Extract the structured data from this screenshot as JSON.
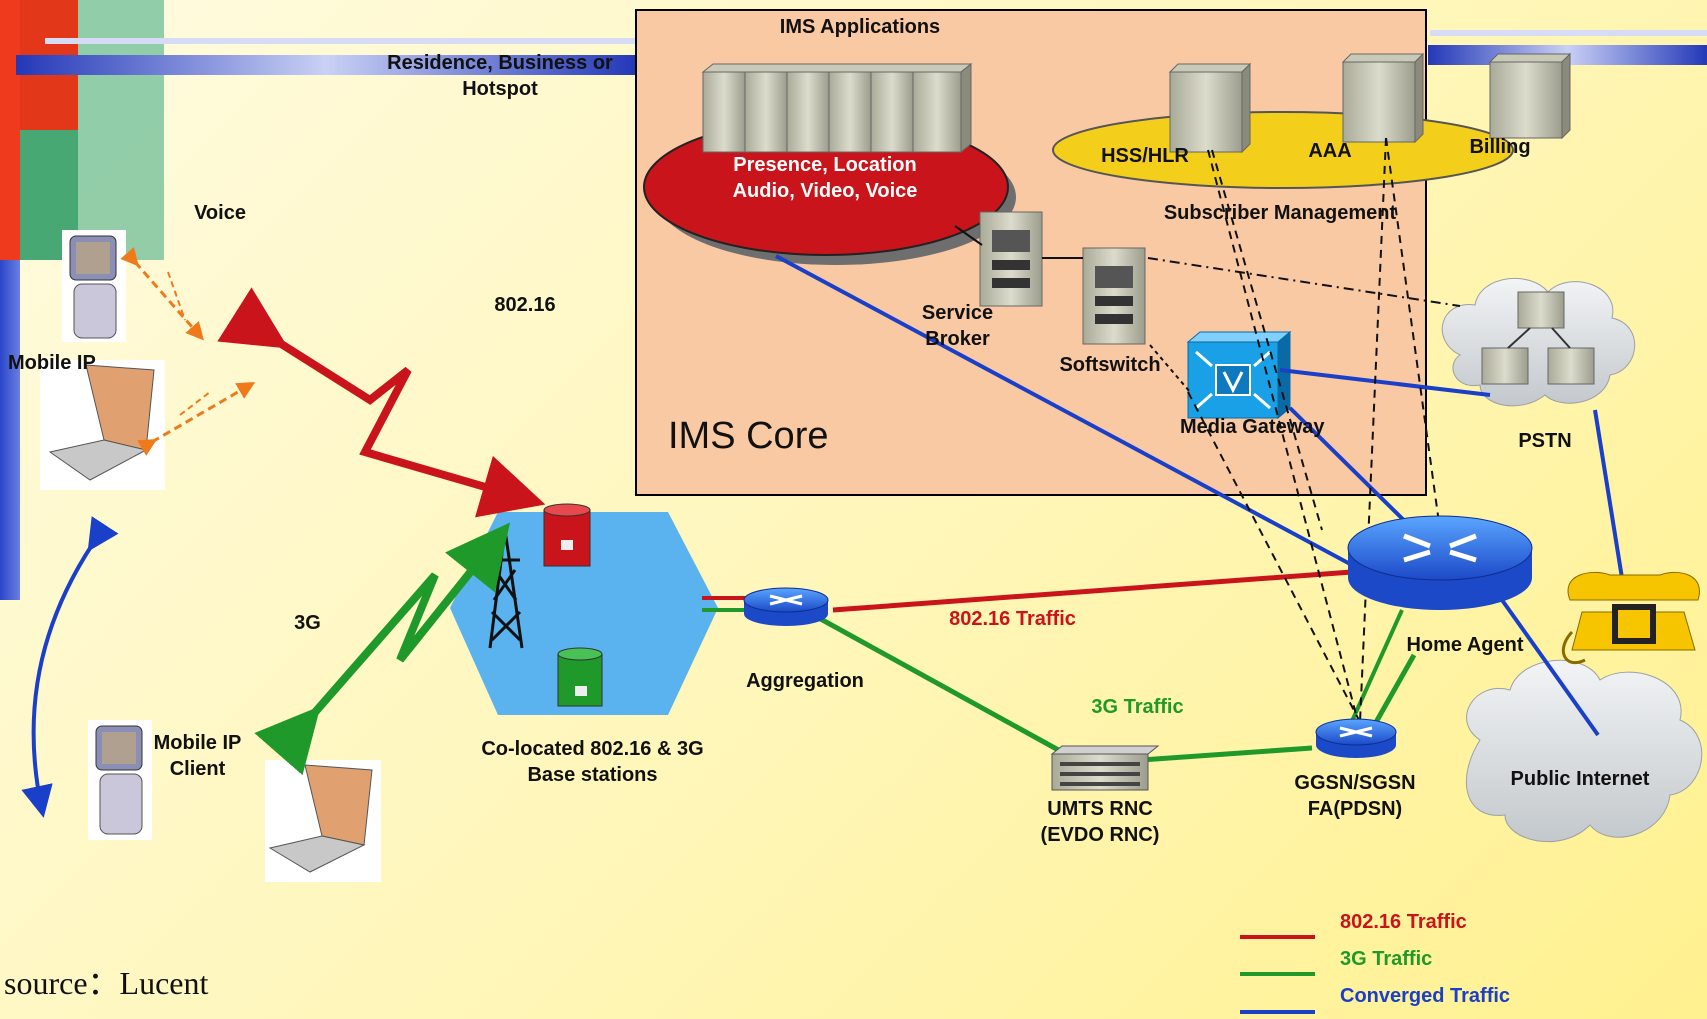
{
  "header": {
    "site_label": "Residence, Business or\nHotspot"
  },
  "ims": {
    "applications_title": "IMS Applications",
    "app_services": "Presence, Location\nAudio, Video, Voice",
    "core_label": "IMS Core",
    "subscriber_management": "Subscriber Management",
    "hss": "HSS/HLR",
    "aaa": "AAA",
    "billing": "Billing",
    "service_broker": "Service\nBroker",
    "softswitch": "Softswitch",
    "media_gateway": "Media Gateway"
  },
  "access": {
    "voice": "Voice",
    "mobile_ip": "Mobile IP",
    "mobile_ip_client": "Mobile IP\nClient",
    "wimax": "802.16",
    "three_g": "3G",
    "base_stations": "Co-located 802.16 & 3G\nBase stations",
    "aggregation": "Aggregation",
    "umts_rnc": "UMTS RNC\n(EVDO RNC)",
    "ggsn": "GGSN/SGSN\nFA(PDSN)",
    "home_agent": "Home Agent",
    "pstn": "PSTN",
    "public_internet": "Public Internet"
  },
  "traffic": {
    "wimax_traffic": "802.16 Traffic",
    "three_g_traffic": "3G Traffic"
  },
  "legend": {
    "items": [
      {
        "label": "802.16 Traffic",
        "color": "#c8141a"
      },
      {
        "label": "3G Traffic",
        "color": "#1f9a2a"
      },
      {
        "label": "Converged Traffic",
        "color": "#1a3fc9"
      }
    ]
  },
  "source": "source：Lucent",
  "colors": {
    "wimax": "#c8141a",
    "three_g": "#1f9a2a",
    "converged": "#1a3fc9",
    "ims_core_fill": "#f9c9a4",
    "apps_ellipse": "#c8141a",
    "subscriber_ellipse": "#f3cf1c",
    "base_station_hex": "#5ab2ee"
  }
}
